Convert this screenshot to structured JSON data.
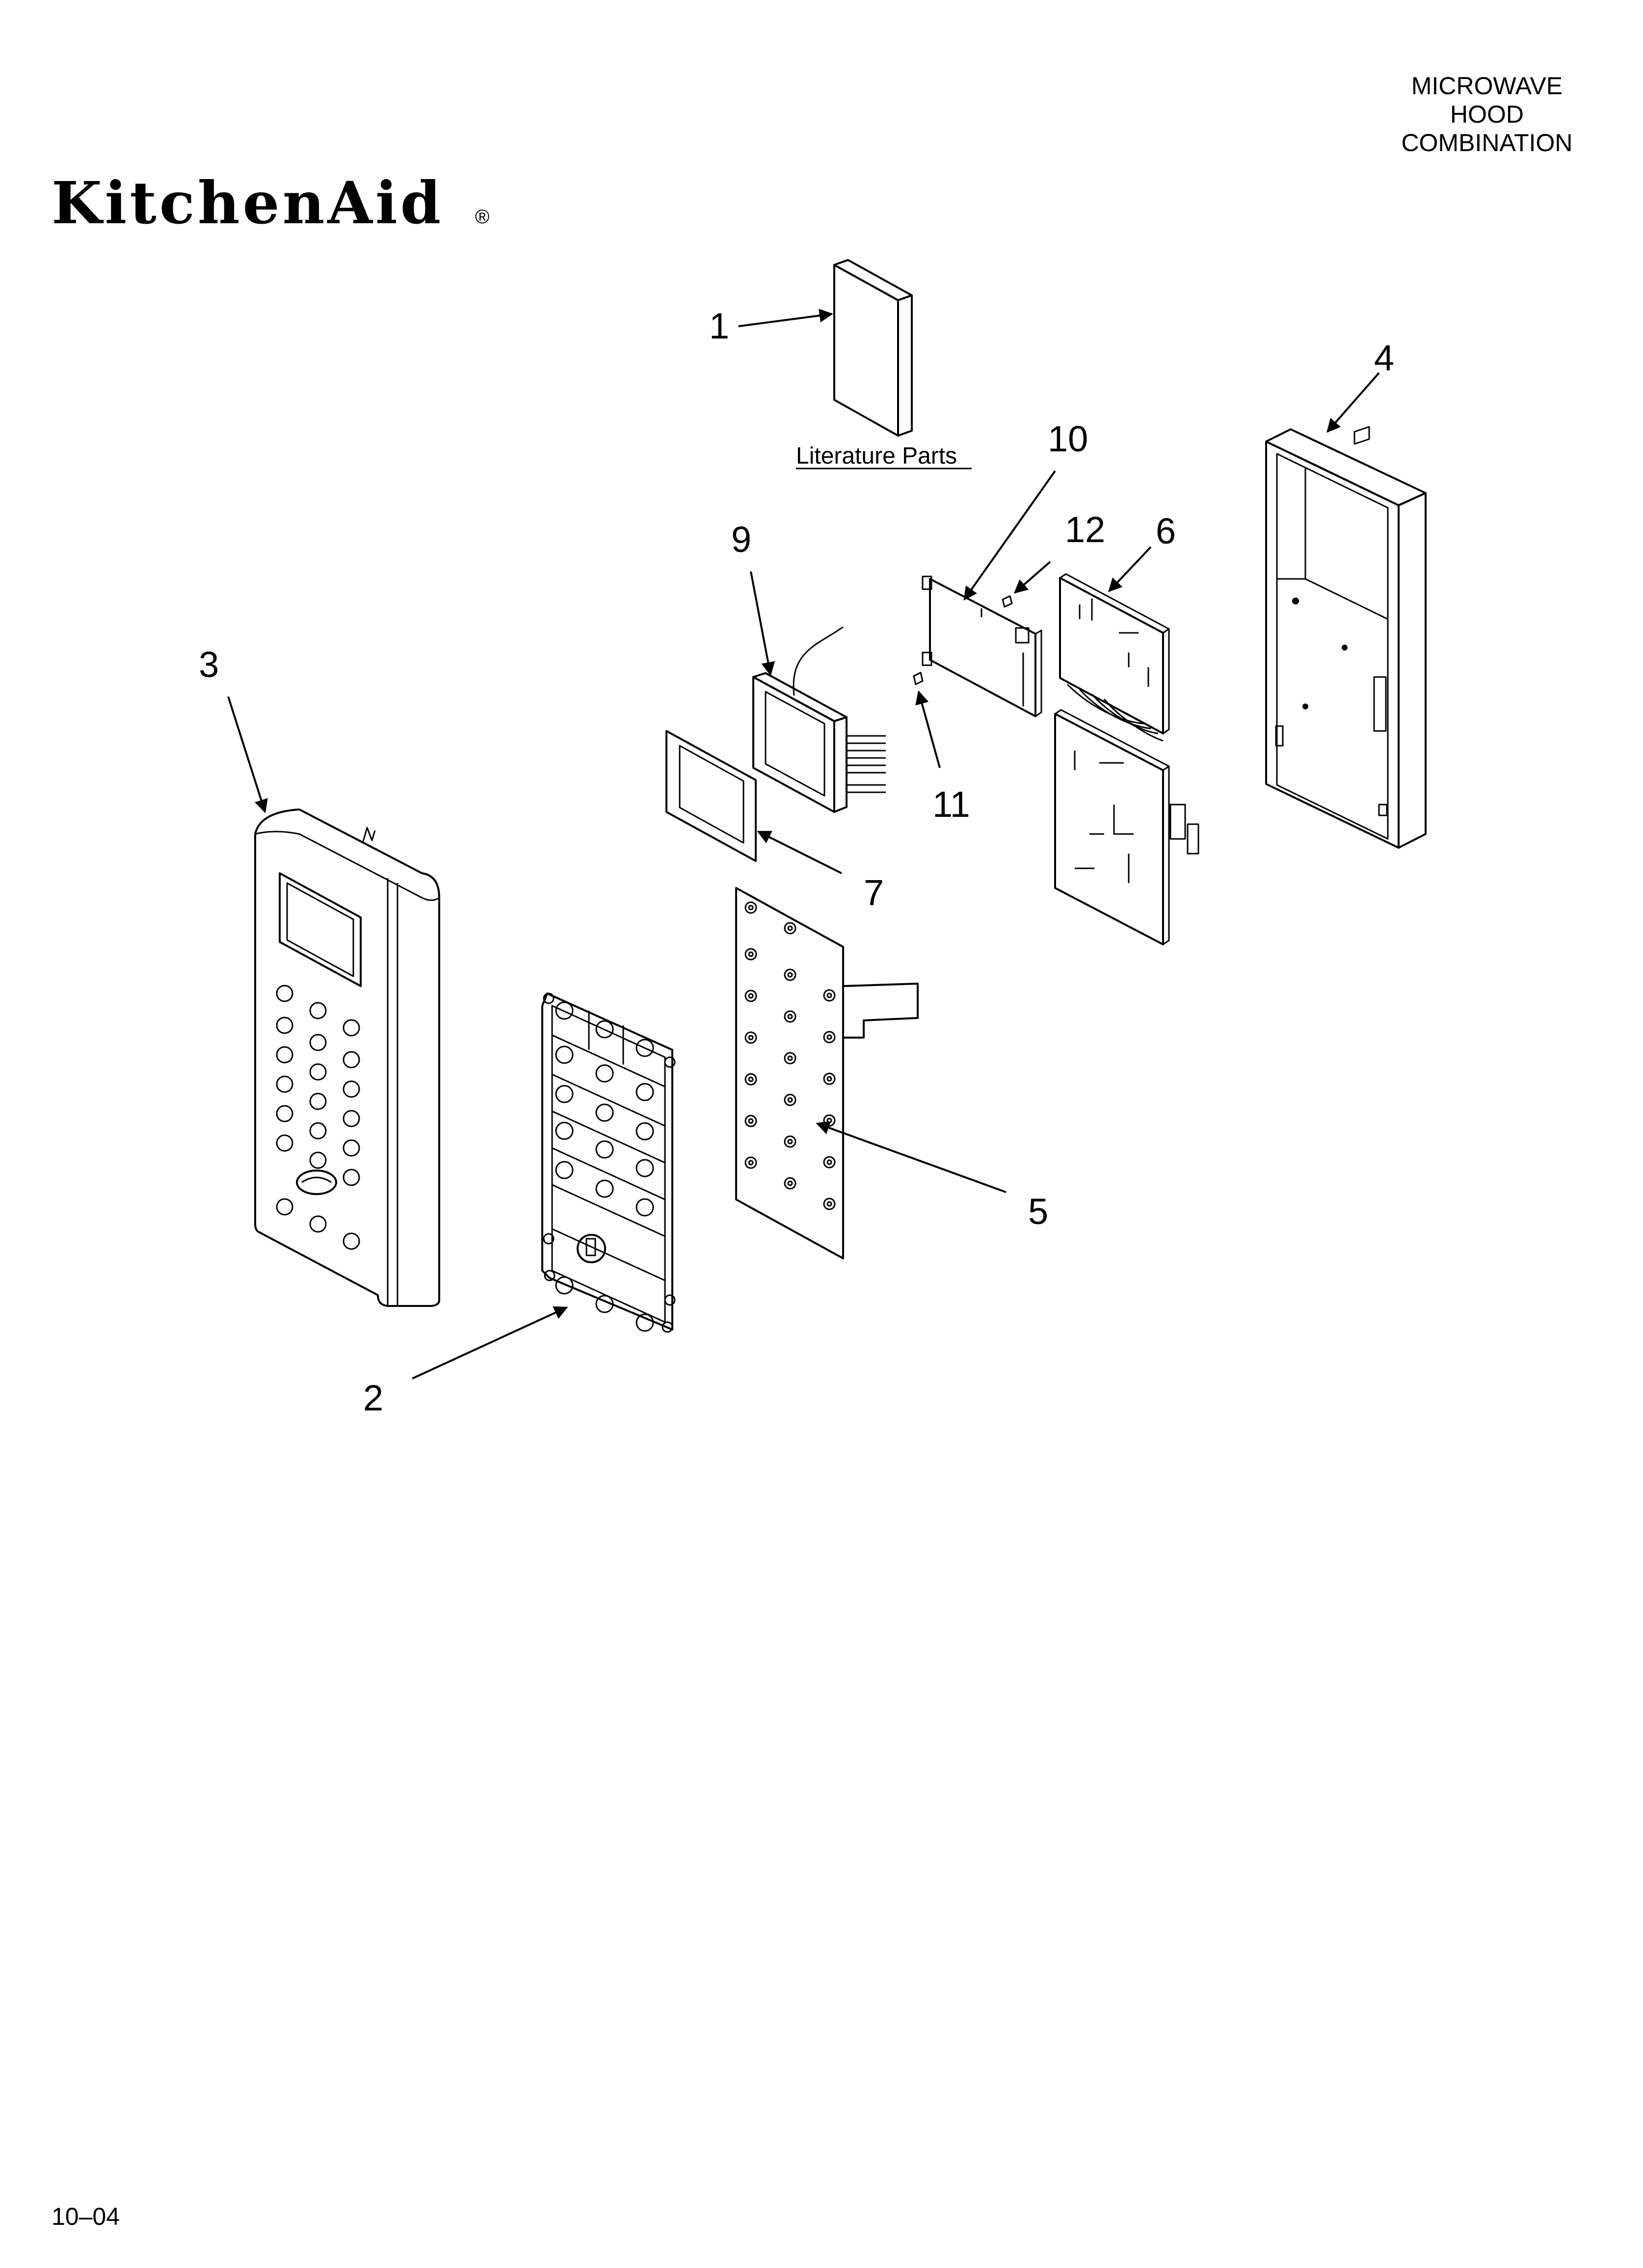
{
  "header": {
    "brand": "KitchenAid",
    "brand_mark": "®",
    "title_lines": [
      "MICROWAVE",
      "HOOD",
      "COMBINATION"
    ]
  },
  "literature_label": "Literature Parts",
  "callouts": {
    "c1": "1",
    "c2": "2",
    "c3": "3",
    "c4": "4",
    "c5": "5",
    "c6": "6",
    "c7": "7",
    "c9": "9",
    "c10": "10",
    "c11": "11",
    "c12": "12"
  },
  "footer": {
    "code": "10–04"
  }
}
